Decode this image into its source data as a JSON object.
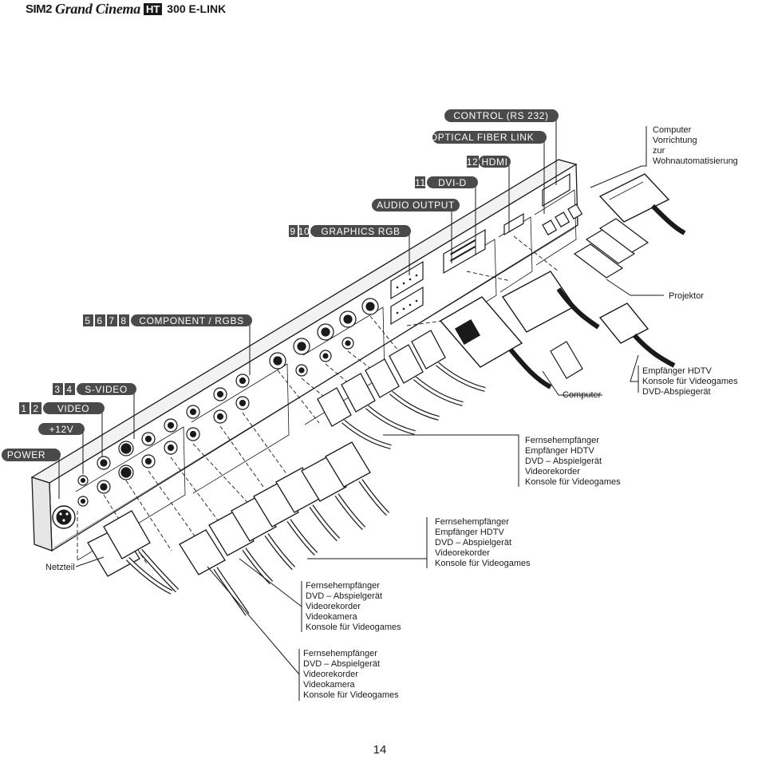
{
  "header": {
    "brand": "SIM2",
    "product_script": "Grand Cinema",
    "product_badge": "HT",
    "model": "300 E-LINK"
  },
  "labels": {
    "control": "CONTROL (RS 232)",
    "optical": "OPTICAL FIBER LINK",
    "hdmi_num": "12",
    "hdmi": "HDMI",
    "dvid_num": "11",
    "dvid": "DVI-D",
    "audio": "AUDIO OUTPUT",
    "graphics_num1": "9",
    "graphics_num2": "10",
    "graphics": "GRAPHICS RGB",
    "component_n1": "5",
    "component_n2": "6",
    "component_n3": "7",
    "component_n4": "8",
    "component": "COMPONENT / RGBS",
    "svideo_n1": "3",
    "svideo_n2": "4",
    "svideo": "S-VIDEO",
    "video_n1": "1",
    "video_n2": "2",
    "video": "VIDEO",
    "plus12v": "+12V",
    "power": "POWER"
  },
  "devices": {
    "computer_group": [
      "Computer",
      "Vorrichtung",
      "zur",
      "Wohnautomatisierung"
    ],
    "projektor": "Projektor",
    "computer": "Computer",
    "hdmi_group": [
      "Empfänger HDTV",
      "Konsole für Videogames",
      "DVD-Abspiegerät"
    ],
    "component_group": [
      "Fernsehempfänger",
      "Empfänger HDTV",
      "DVD – Abspielgerät",
      "Videorekorder",
      "Konsole für Videogames"
    ],
    "svideo_group": [
      "Fernsehempfänger",
      "Empfänger HDTV",
      "DVD – Abspielgerät",
      "Videorekorder",
      "Konsole für Videogames"
    ],
    "netzteil": "Netzteil",
    "video_group": [
      "Fernsehempfänger",
      "DVD – Abspielgerät",
      "Videorekorder",
      "Videokamera",
      "Konsole für Videogames"
    ],
    "video_group2": [
      "Fernsehempfänger",
      "DVD – Abspielgerät",
      "Videorekorder",
      "Videokamera",
      "Konsole für Videogames"
    ]
  },
  "page_number": "14"
}
